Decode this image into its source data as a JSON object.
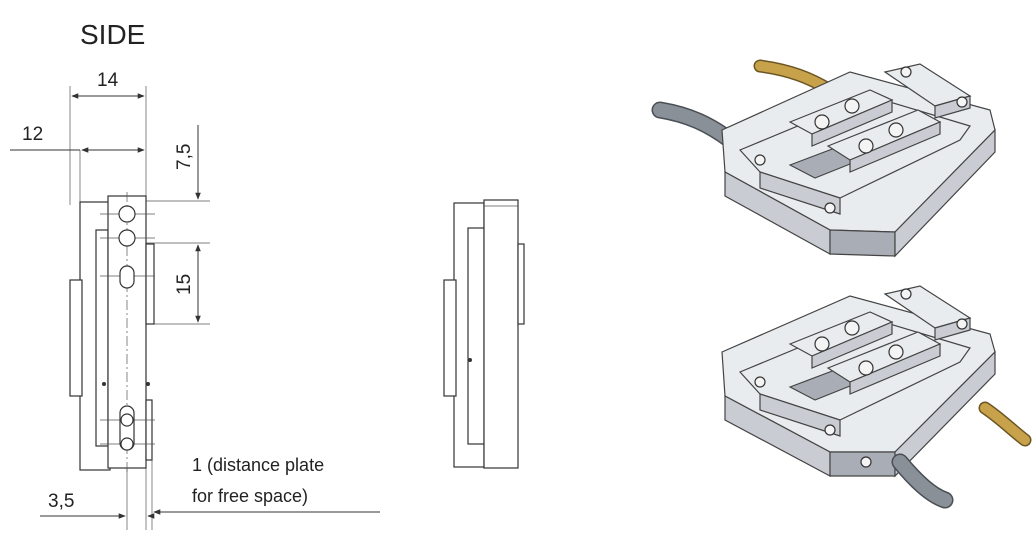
{
  "title": "SIDE",
  "dimensions": {
    "width_total": "14",
    "width_body": "12",
    "top_offset": "7,5",
    "hole_spacing": "15",
    "bottom_width": "3,5"
  },
  "note": {
    "line1": "1 (distance plate",
    "line2": "for free space)"
  }
}
